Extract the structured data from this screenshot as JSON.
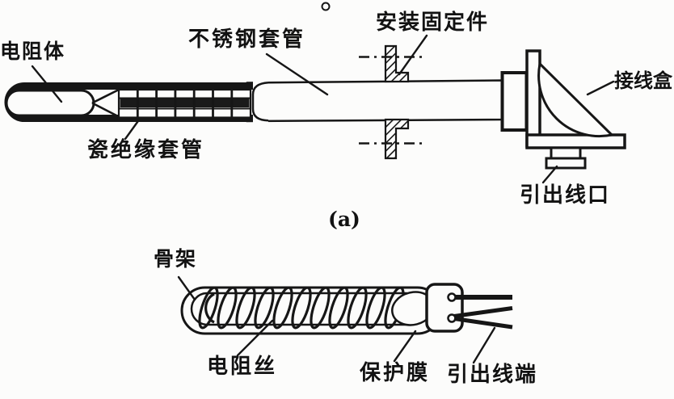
{
  "figure": {
    "title_semantic": "thermal-resistance-sensor-structure-diagram",
    "background_color": "#fcfcfb",
    "ink_color": "#161616"
  },
  "diagram_a": {
    "figure_label": "(a)",
    "labels": {
      "resistor_body": "电阻体",
      "stainless_sleeve": "不锈钢套管",
      "mounting_fixture": "安装固定件",
      "junction_box": "接线盒",
      "ceramic_sleeve": "瓷绝缘套管",
      "lead_outlet": "引出线口"
    }
  },
  "diagram_b": {
    "labels": {
      "skeleton": "骨架",
      "resistance_wire": "电阻丝",
      "protective_film": "保护膜",
      "lead_ends": "引出线端"
    }
  }
}
